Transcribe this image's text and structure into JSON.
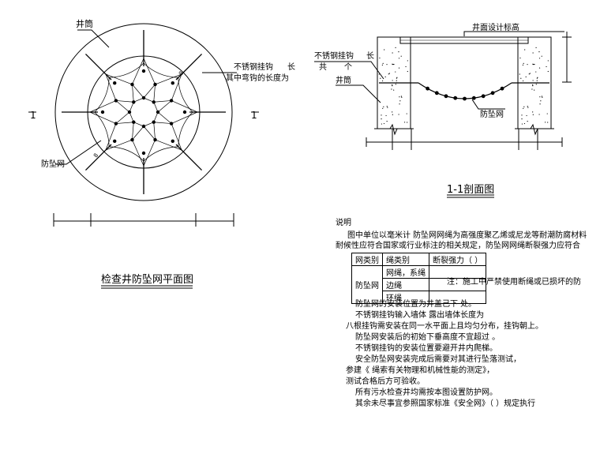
{
  "plan": {
    "label_shaft": "井筒",
    "label_hook_1": "不锈钢挂钩",
    "label_hook_len": "长",
    "label_hook_2": "其中弯钩的长度为",
    "label_net": "防坠网",
    "section_mark": "1",
    "dim_small": "8",
    "title": "检查井防坠网平面图"
  },
  "section": {
    "label_elevation": "井面设计标高",
    "label_hook_1": "不锈钢挂钩",
    "label_hook_len": "长",
    "label_hook_count_a": "共",
    "label_hook_count_b": "个",
    "label_shaft": "井筒",
    "label_net": "防坠网",
    "title": "1-1剖面图"
  },
  "notes": {
    "heading": "说明",
    "lines": [
      "图中单位以毫米计  防坠网网绳为高强度聚乙烯或尼龙等耐潮防腐材料",
      "耐候性应符合国家或行业标注的相关规定，防坠网网绳断裂强力应符合",
      "防坠网的安装位置为井盖己下              处。",
      "不锈钢挂钩输入墙体              露出墙体长度为",
      "八根挂钩需安装在同一水平面上且均匀分布，挂钩朝上。",
      "防坠网安装后的初始下垂高度不宜超过          。",
      "不锈钢挂钩的安装位置要避开井内爬梯。",
      "安全防坠网安装完成后需要对其进行坠落测试，",
      "参建《                      绳索有关物理和机械性能的测定》，",
      "测试合格后方可验收。",
      "所有污水检查井均需按本图设置防护网。",
      "其余未尽事宜参照国家标准《安全网》（                ）规定执行"
    ],
    "table": {
      "headers": [
        "网类别",
        "绳类别",
        "断裂强力（    ）"
      ],
      "row_group": "防坠网",
      "rows": [
        [
          "网绳，系绳",
          ""
        ],
        [
          "边绳",
          ""
        ],
        [
          "环绳",
          ""
        ]
      ],
      "side_note": "注：施工中严禁使用断绳或已损坏的防"
    }
  }
}
